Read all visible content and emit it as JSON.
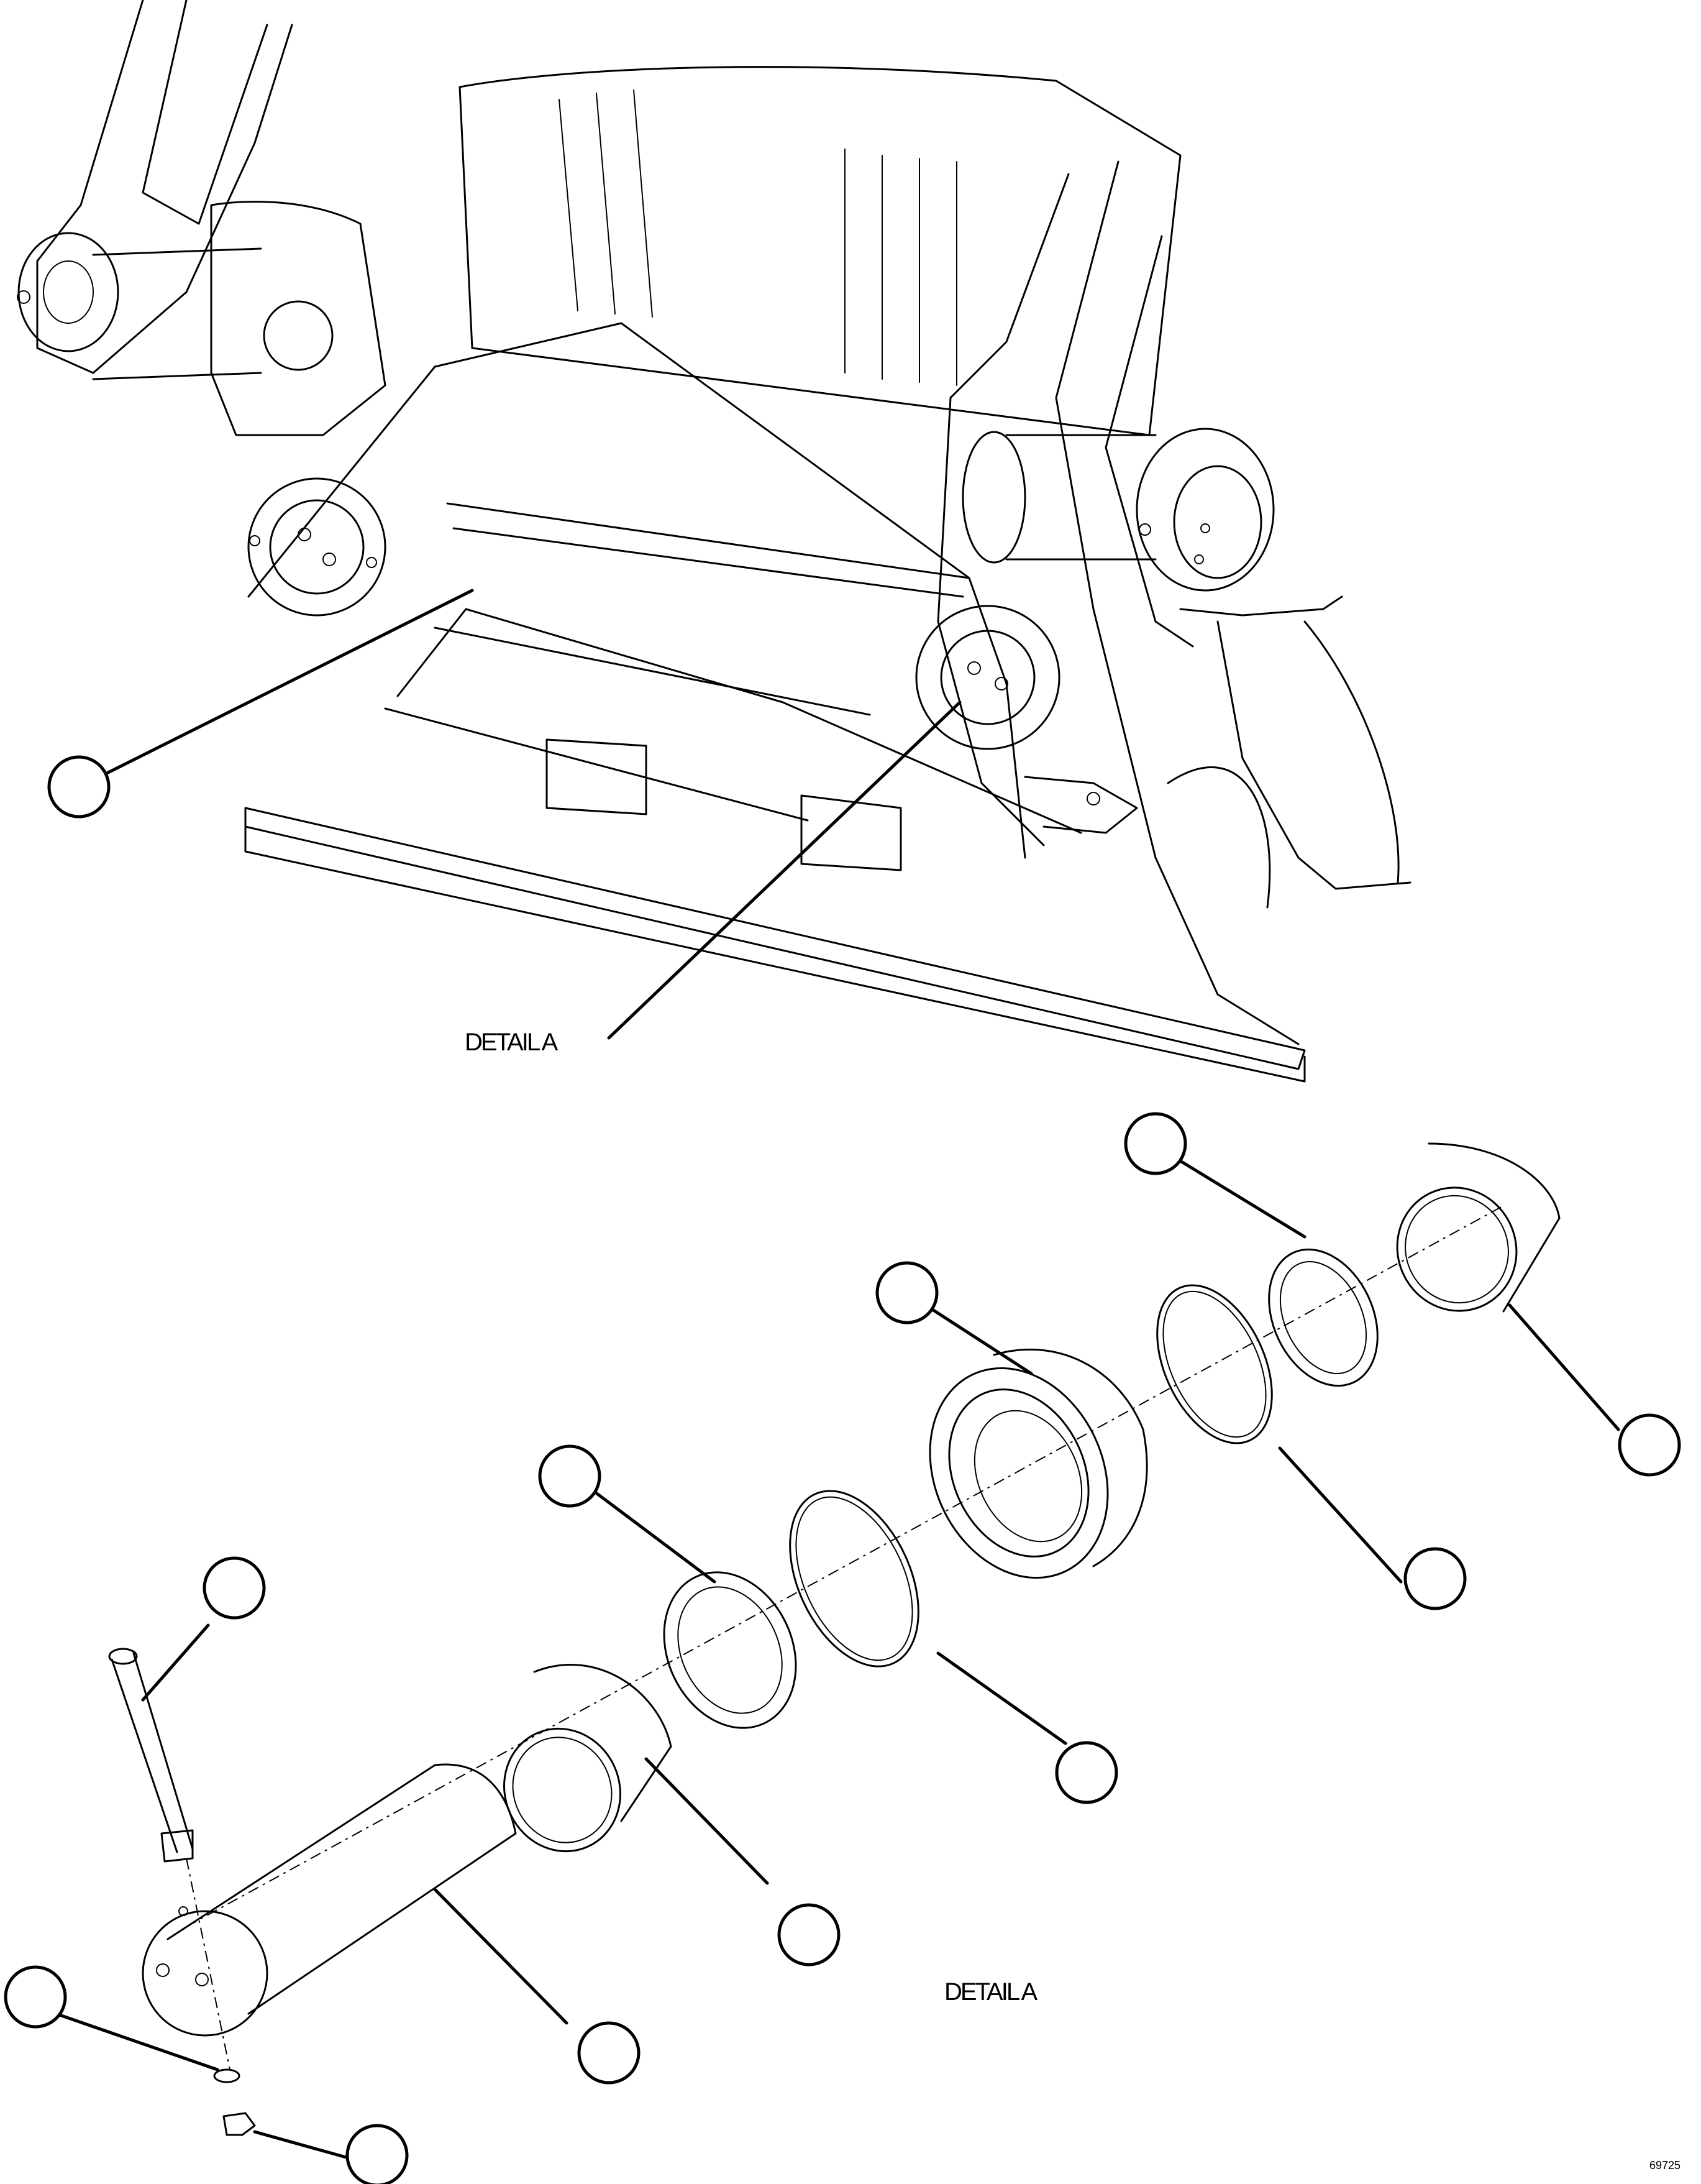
{
  "labels": {
    "detail_upper": "DETAIL A",
    "detail_lower": "DETAIL A",
    "figure_number": "69725"
  }
}
